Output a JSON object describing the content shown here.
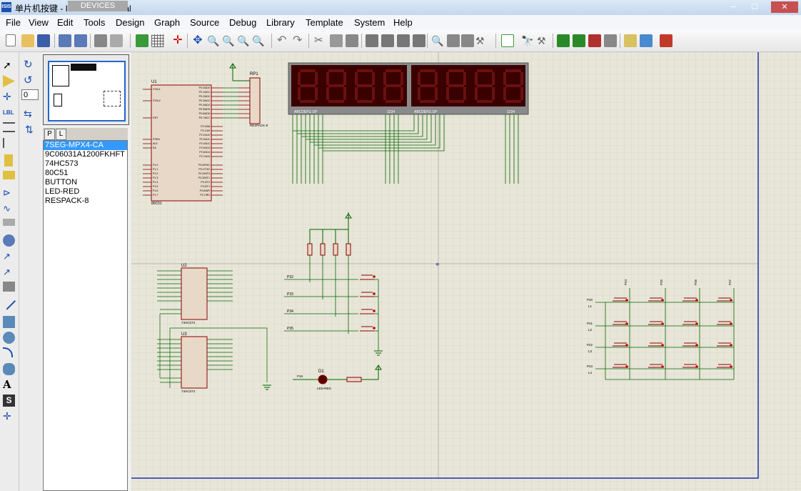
{
  "window": {
    "title": "单片机按键 - ISIS Professional",
    "app_icon_text": "ISIS"
  },
  "menu": [
    "File",
    "View",
    "Edit",
    "Tools",
    "Design",
    "Graph",
    "Source",
    "Debug",
    "Library",
    "Template",
    "System",
    "Help"
  ],
  "toolbar": {
    "icons": [
      "new",
      "open",
      "save",
      "import",
      "export",
      "print",
      "print-setup",
      "refresh",
      "grid",
      "origin",
      "pan",
      "zoom-in",
      "zoom-out",
      "zoom-all",
      "zoom-area",
      "undo",
      "redo",
      "cut",
      "copy",
      "paste",
      "block-copy",
      "block-move",
      "block-rotate",
      "block-delete",
      "pick",
      "make-device",
      "package",
      "decompose",
      "wire-autoroute",
      "search",
      "property-assign",
      "new-sheet",
      "remove-sheet",
      "exit-to-parent",
      "bill-of-materials",
      "electrical-check",
      "netlist-to-ares"
    ]
  },
  "side": {
    "rotation_value": "0"
  },
  "devices": {
    "tabs": [
      "P",
      "L"
    ],
    "title": "DEVICES",
    "items": [
      "7SEG-MPX4-CA",
      "9C06031A1200FKHFT",
      "74HC573",
      "80C51",
      "BUTTON",
      "LED-RED",
      "RESPACK-8"
    ],
    "selected": 0
  },
  "schematic": {
    "u1": {
      "ref": "U1",
      "type": "80C51",
      "pins_left": [
        "XTAL1",
        "XTAL2",
        "RST",
        "PSEN",
        "ALE",
        "EA",
        "P1.0",
        "P1.1",
        "P1.2",
        "P1.3",
        "P1.4",
        "P1.5",
        "P1.6",
        "P1.7"
      ],
      "pins_right": [
        "P0.0/AD0",
        "P0.1/AD1",
        "P0.2/AD2",
        "P0.3/AD3",
        "P0.4/AD4",
        "P0.5/AD5",
        "P0.6/AD6",
        "P0.7/AD7",
        "P2.0/A8",
        "P2.1/A9",
        "P2.2/A10",
        "P2.3/A11",
        "P2.4/A12",
        "P2.5/A13",
        "P2.6/A14",
        "P2.7/A15",
        "P3.0/RXD",
        "P3.1/TXD",
        "P3.2/INT0",
        "P3.3/INT1",
        "P3.4/T0",
        "P3.5/T1",
        "P3.6/WR",
        "P3.7/RD"
      ]
    },
    "rp1": {
      "ref": "RP1",
      "type": "RESPACK-8"
    },
    "u2": {
      "ref": "U2",
      "type": "74HC573"
    },
    "u3": {
      "ref": "U3",
      "type": "74HC573"
    },
    "d1": {
      "ref": "D1",
      "type": "LED-RED",
      "net": "P16"
    },
    "display": {
      "left_labels": "ABCDEFG DP",
      "right_labels": "1234"
    },
    "buttons": [
      "P32",
      "P33",
      "P34",
      "P35"
    ],
    "keypad_rows": [
      "P20",
      "P21",
      "P22",
      "P23"
    ],
    "keypad_row_labels": [
      "L1",
      "L2",
      "L3",
      "L4"
    ],
    "keypad_cols": [
      "P24",
      "P25",
      "P26",
      "P27"
    ]
  },
  "colors": {
    "sheet": "#e8e6d8",
    "grid": "#cfccbb",
    "wire": "#006400",
    "component": "#8b0000",
    "component_fill": "#e8d8c8",
    "border": "#1e2fb0",
    "segment_bg": "#3a0000",
    "segment_on": "#6a1010"
  }
}
